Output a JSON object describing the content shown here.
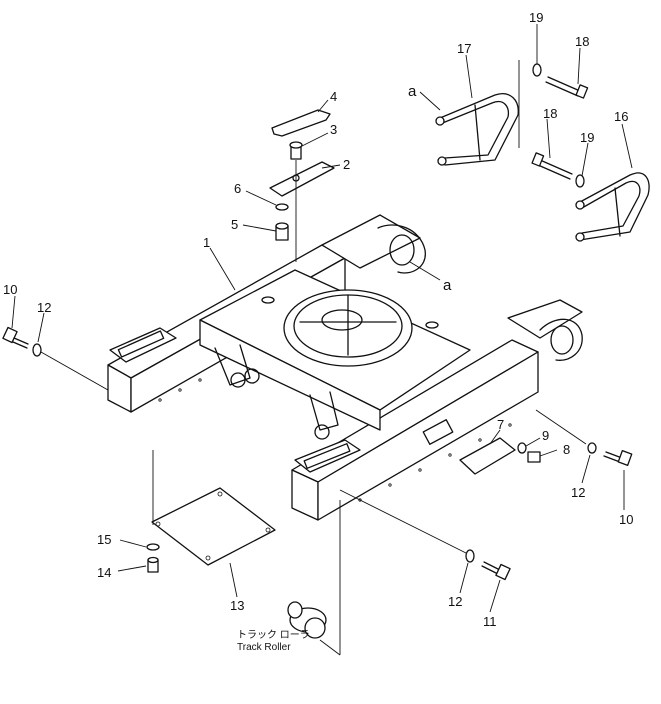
{
  "diagram": {
    "callouts": [
      {
        "id": "p1",
        "text": "1"
      },
      {
        "id": "p2",
        "text": "2"
      },
      {
        "id": "p3",
        "text": "3"
      },
      {
        "id": "p4",
        "text": "4"
      },
      {
        "id": "p5",
        "text": "5"
      },
      {
        "id": "p6",
        "text": "6"
      },
      {
        "id": "p7",
        "text": "7"
      },
      {
        "id": "p8",
        "text": "8"
      },
      {
        "id": "p9",
        "text": "9"
      },
      {
        "id": "p10a",
        "text": "10"
      },
      {
        "id": "p10b",
        "text": "10"
      },
      {
        "id": "p11",
        "text": "11"
      },
      {
        "id": "p12a",
        "text": "12"
      },
      {
        "id": "p12b",
        "text": "12"
      },
      {
        "id": "p12c",
        "text": "12"
      },
      {
        "id": "p13",
        "text": "13"
      },
      {
        "id": "p14",
        "text": "14"
      },
      {
        "id": "p15",
        "text": "15"
      },
      {
        "id": "p16",
        "text": "16"
      },
      {
        "id": "p17",
        "text": "17"
      },
      {
        "id": "p18a",
        "text": "18"
      },
      {
        "id": "p18b",
        "text": "18"
      },
      {
        "id": "p19a",
        "text": "19"
      },
      {
        "id": "p19b",
        "text": "19"
      },
      {
        "id": "pa1",
        "text": "a"
      },
      {
        "id": "pa2",
        "text": "a"
      }
    ],
    "track_roller_jp": "トラック ローラ",
    "track_roller_en": "Track Roller"
  }
}
